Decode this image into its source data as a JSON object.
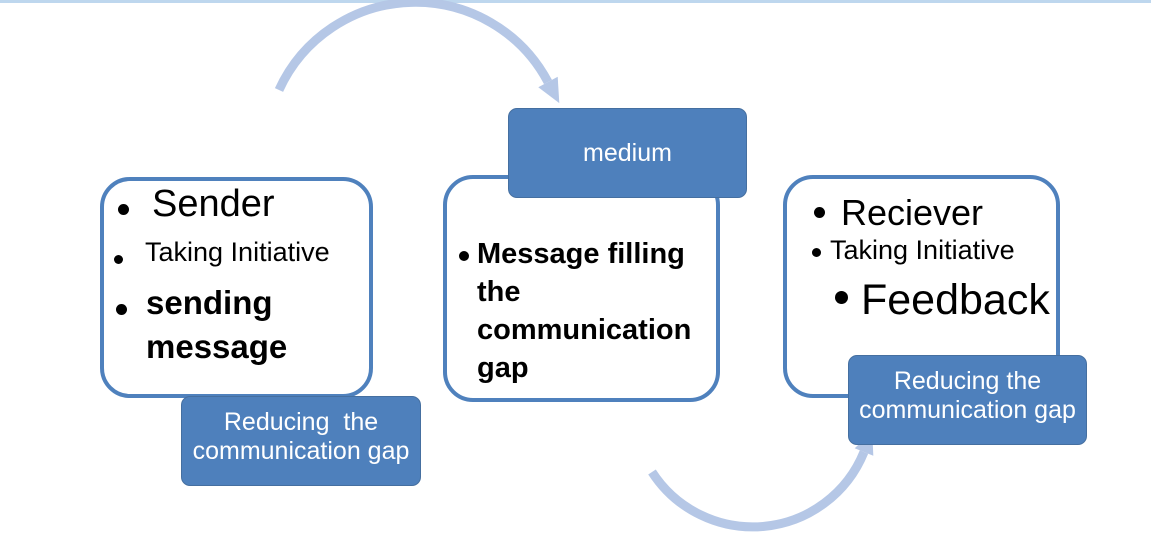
{
  "colors": {
    "accent_blue_fill": "#4e80bc",
    "box_border_blue": "#4f81bd",
    "arc_blue": "#b5c7e6",
    "top_line_blue": "#bed7ee",
    "bullet_text": "#000000",
    "callout_text": "#ffffff"
  },
  "boxes": {
    "sender": {
      "items": [
        {
          "text": "Sender"
        },
        {
          "text": "Taking Initiative"
        },
        {
          "lines": [
            "sending",
            "message"
          ]
        }
      ]
    },
    "message": {
      "lines": [
        "Message filling",
        "the",
        "communication",
        "gap"
      ]
    },
    "medium": {
      "label": "medium"
    },
    "receiver": {
      "items": [
        {
          "text": "Reciever"
        },
        {
          "text": "Taking Initiative"
        },
        {
          "text": "Feedback"
        }
      ]
    }
  },
  "labels": {
    "sender_gap": {
      "lines": [
        "Reducing  the",
        "communication gap"
      ]
    },
    "receiver_gap": {
      "lines": [
        "Reducing the",
        "communication gap"
      ]
    }
  }
}
